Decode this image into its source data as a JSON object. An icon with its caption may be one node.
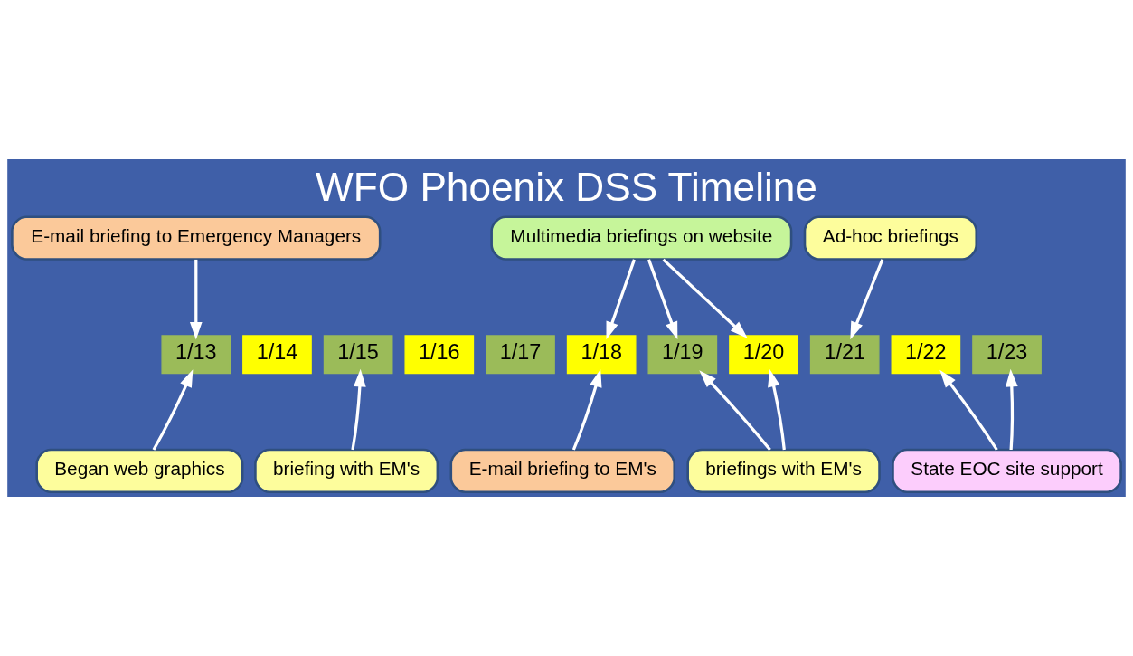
{
  "diagram": {
    "title": "WFO Phoenix DSS Timeline",
    "nodes": [
      {
        "text": [
          "E-mail briefing to Emergency Managers"
        ]
      },
      {
        "text": [
          "Multimedia briefings on website"
        ]
      },
      {
        "text": [
          "Ad-hoc briefings"
        ]
      },
      {
        "text": [
          "1/13"
        ]
      },
      {
        "text": [
          "1/14"
        ]
      },
      {
        "text": [
          "1/15"
        ]
      },
      {
        "text": [
          "1/16"
        ]
      },
      {
        "text": [
          "1/17"
        ]
      },
      {
        "text": [
          "1/18"
        ]
      },
      {
        "text": [
          "1/19"
        ]
      },
      {
        "text": [
          "1/20"
        ]
      },
      {
        "text": [
          "1/21"
        ]
      },
      {
        "text": [
          "1/22"
        ]
      },
      {
        "text": [
          "1/23"
        ]
      },
      {
        "text": [
          "Began web graphics"
        ]
      },
      {
        "text": [
          "briefing with EM's"
        ]
      },
      {
        "text": [
          "E-mail briefing to EM's"
        ]
      },
      {
        "text": [
          "briefings with EM's"
        ]
      },
      {
        "text": [
          "State EOC site support"
        ]
      }
    ],
    "edges": [
      {
        "from": 0,
        "to": 3,
        "arrow": "to"
      },
      {
        "from": 1,
        "to": 8,
        "arrow": "to"
      },
      {
        "from": 1,
        "to": 9,
        "arrow": "to"
      },
      {
        "from": 1,
        "to": 10,
        "arrow": "to"
      },
      {
        "from": 2,
        "to": 11,
        "arrow": "to"
      },
      {
        "from": 14,
        "to": 3,
        "arrow": "to"
      },
      {
        "from": 15,
        "to": 5,
        "arrow": "to"
      },
      {
        "from": 16,
        "to": 8,
        "arrow": "to"
      },
      {
        "from": 17,
        "to": 9,
        "arrow": "to"
      },
      {
        "from": 17,
        "to": 10,
        "arrow": "to"
      },
      {
        "from": 18,
        "to": 12,
        "arrow": "to"
      },
      {
        "from": 18,
        "to": 13,
        "arrow": "to"
      }
    ]
  }
}
